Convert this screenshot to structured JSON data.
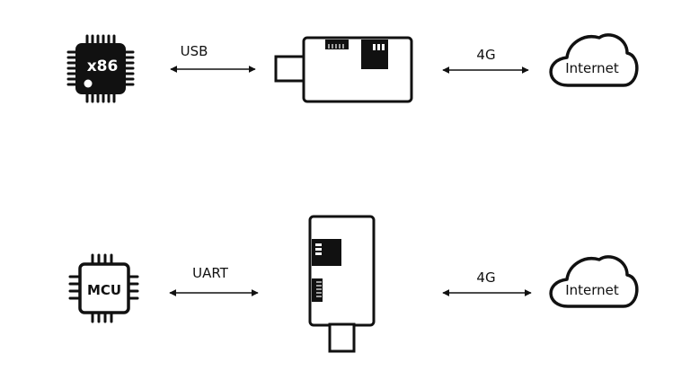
{
  "colors": {
    "ink": "#111111",
    "background": "#ffffff"
  },
  "row1": {
    "host": {
      "text": "x86",
      "icon": "x86-chip-icon"
    },
    "link_left": {
      "label": "USB"
    },
    "module": {
      "icon": "usb-4g-dongle-icon"
    },
    "link_right": {
      "label": "4G"
    },
    "cloud": {
      "text": "Internet",
      "icon": "cloud-icon"
    }
  },
  "row2": {
    "host": {
      "text": "MCU",
      "icon": "mcu-chip-icon"
    },
    "link_left": {
      "label": "UART"
    },
    "module": {
      "icon": "uart-4g-module-icon"
    },
    "link_right": {
      "label": "4G"
    },
    "cloud": {
      "text": "Internet",
      "icon": "cloud-icon"
    }
  }
}
